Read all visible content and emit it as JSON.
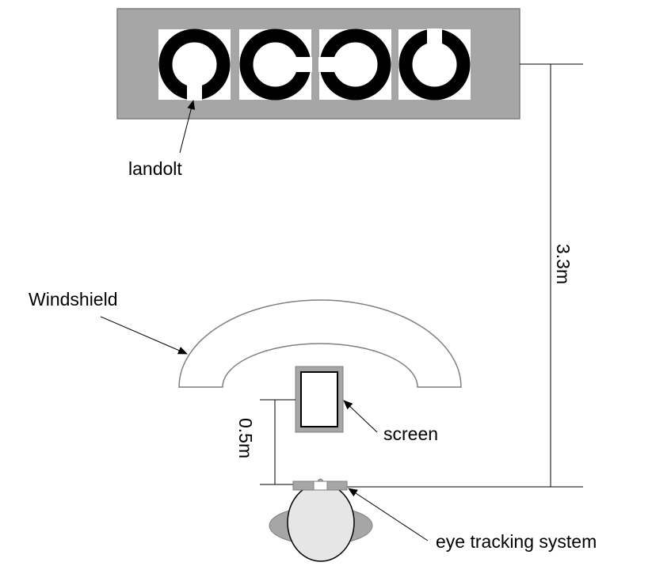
{
  "labels": {
    "landolt": "landolt",
    "windshield": "Windshield",
    "screen": "screen",
    "eye_tracking": "eye tracking system",
    "dist_far": "3.3m",
    "dist_near": "0.5m"
  },
  "colors": {
    "board_fill": "#a6a6a6",
    "board_stroke": "#7f7f7f",
    "ring": "#000000",
    "tile": "#ffffff",
    "windshield_stroke": "#7f7f7f",
    "screen_frame": "#a6a6a6",
    "tracker_bar": "#a6a6a6",
    "head_fill": "#e6e6e6",
    "shoulder_fill": "#a6a6a6"
  },
  "landolt_rings": [
    {
      "gap": "bottom"
    },
    {
      "gap": "right"
    },
    {
      "gap": "left"
    },
    {
      "gap": "top"
    }
  ]
}
